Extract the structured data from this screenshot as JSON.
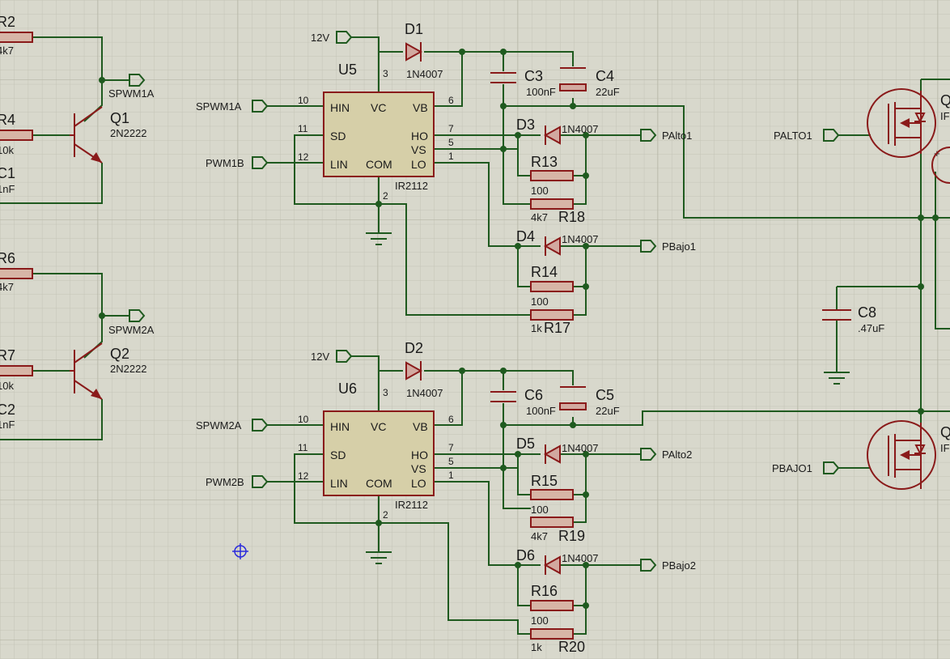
{
  "sheet": {
    "colors": {
      "background": "#d8d8cc",
      "wire": "#1f5a1f",
      "component": "#8a1a1a",
      "ic_body": "#d6cfa8",
      "grid": "#c4c4b6"
    }
  },
  "components": {
    "r2": {
      "ref": "R2",
      "value": "4k7"
    },
    "r4": {
      "ref": "R4",
      "value": "10k"
    },
    "c1": {
      "ref": "C1",
      "value": "1nF"
    },
    "q1": {
      "ref": "Q1",
      "value": "2N2222"
    },
    "r6": {
      "ref": "R6",
      "value": "4k7"
    },
    "r7": {
      "ref": "R7",
      "value": "10k"
    },
    "c2": {
      "ref": "C2",
      "value": "1nF"
    },
    "q2": {
      "ref": "Q2",
      "value": "2N2222"
    },
    "d1": {
      "ref": "D1",
      "value": "1N4007"
    },
    "d2": {
      "ref": "D2",
      "value": "1N4007"
    },
    "d3": {
      "ref": "D3",
      "value": "1N4007"
    },
    "d4": {
      "ref": "D4",
      "value": "1N4007"
    },
    "d5": {
      "ref": "D5",
      "value": "1N4007"
    },
    "d6": {
      "ref": "D6",
      "value": "1N4007"
    },
    "c3": {
      "ref": "C3",
      "value": "100nF"
    },
    "c4": {
      "ref": "C4",
      "value": "22uF"
    },
    "c5": {
      "ref": "C5",
      "value": "22uF"
    },
    "c6": {
      "ref": "C6",
      "value": "100nF"
    },
    "c8": {
      "ref": "C8",
      "value": ".47uF"
    },
    "r13": {
      "ref": "R13",
      "value": "100"
    },
    "r14": {
      "ref": "R14",
      "value": "100"
    },
    "r15": {
      "ref": "R15",
      "value": "100"
    },
    "r16": {
      "ref": "R16",
      "value": "100"
    },
    "r17": {
      "ref": "R17",
      "value": "1k"
    },
    "r18": {
      "ref": "R18",
      "value": "4k7"
    },
    "r19": {
      "ref": "R19",
      "value": "4k7"
    },
    "r20": {
      "ref": "R20",
      "value": "1k"
    },
    "u5": {
      "ref": "U5",
      "part": "IR2112"
    },
    "u6": {
      "ref": "U6",
      "part": "IR2112"
    },
    "q3": {
      "ref": "Q",
      "value": "IF"
    },
    "q4": {
      "ref": "Q",
      "value": "IF"
    }
  },
  "ic_pins": {
    "hin": "HIN",
    "sd": "SD",
    "lin": "LIN",
    "vc": "VC",
    "com": "COM",
    "vb": "VB",
    "ho": "HO",
    "vs": "VS",
    "lo": "LO",
    "n10": "10",
    "n11": "11",
    "n12": "12",
    "n3": "3",
    "n2": "2",
    "n6": "6",
    "n7": "7",
    "n5": "5",
    "n1": "1"
  },
  "nets": {
    "v12_a": "12V",
    "v12_b": "12V",
    "spwm1a_out": "SPWM1A",
    "spwm2a_out": "SPWM2A",
    "spwm1a_in": "SPWM1A",
    "pwm1b_in": "PWM1B",
    "spwm2a_in": "SPWM2A",
    "pwm2b_in": "PWM2B",
    "palto1_out": "PAlto1",
    "pbajo1_out": "PBajo1",
    "palto2_out": "PAlto2",
    "pbajo2_out": "PBajo2",
    "palto1_in": "PALTO1",
    "pbajo1_in": "PBAJO1"
  },
  "markers": {
    "plus_sign": "+"
  },
  "icons": {
    "origin_marker": "crosshair-circle-icon",
    "ground": "ground-icon",
    "port": "terminal-arrow-icon"
  }
}
